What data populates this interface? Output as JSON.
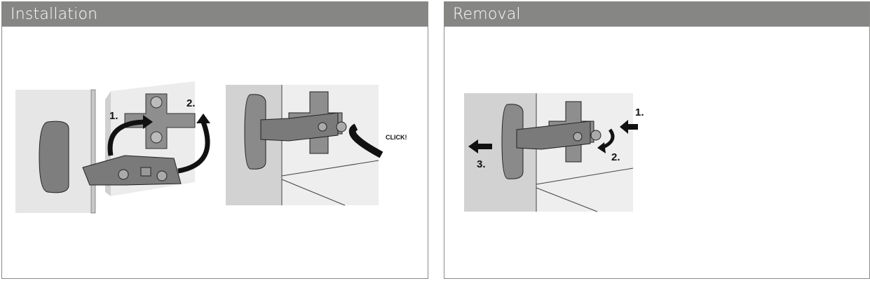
{
  "panels": [
    {
      "title": "Installation",
      "labels": {
        "step1": "1.",
        "step2": "2.",
        "click": "CLICK!"
      }
    },
    {
      "title": "Removal",
      "labels": {
        "step1": "1.",
        "step2": "2.",
        "step3": "3."
      }
    }
  ]
}
